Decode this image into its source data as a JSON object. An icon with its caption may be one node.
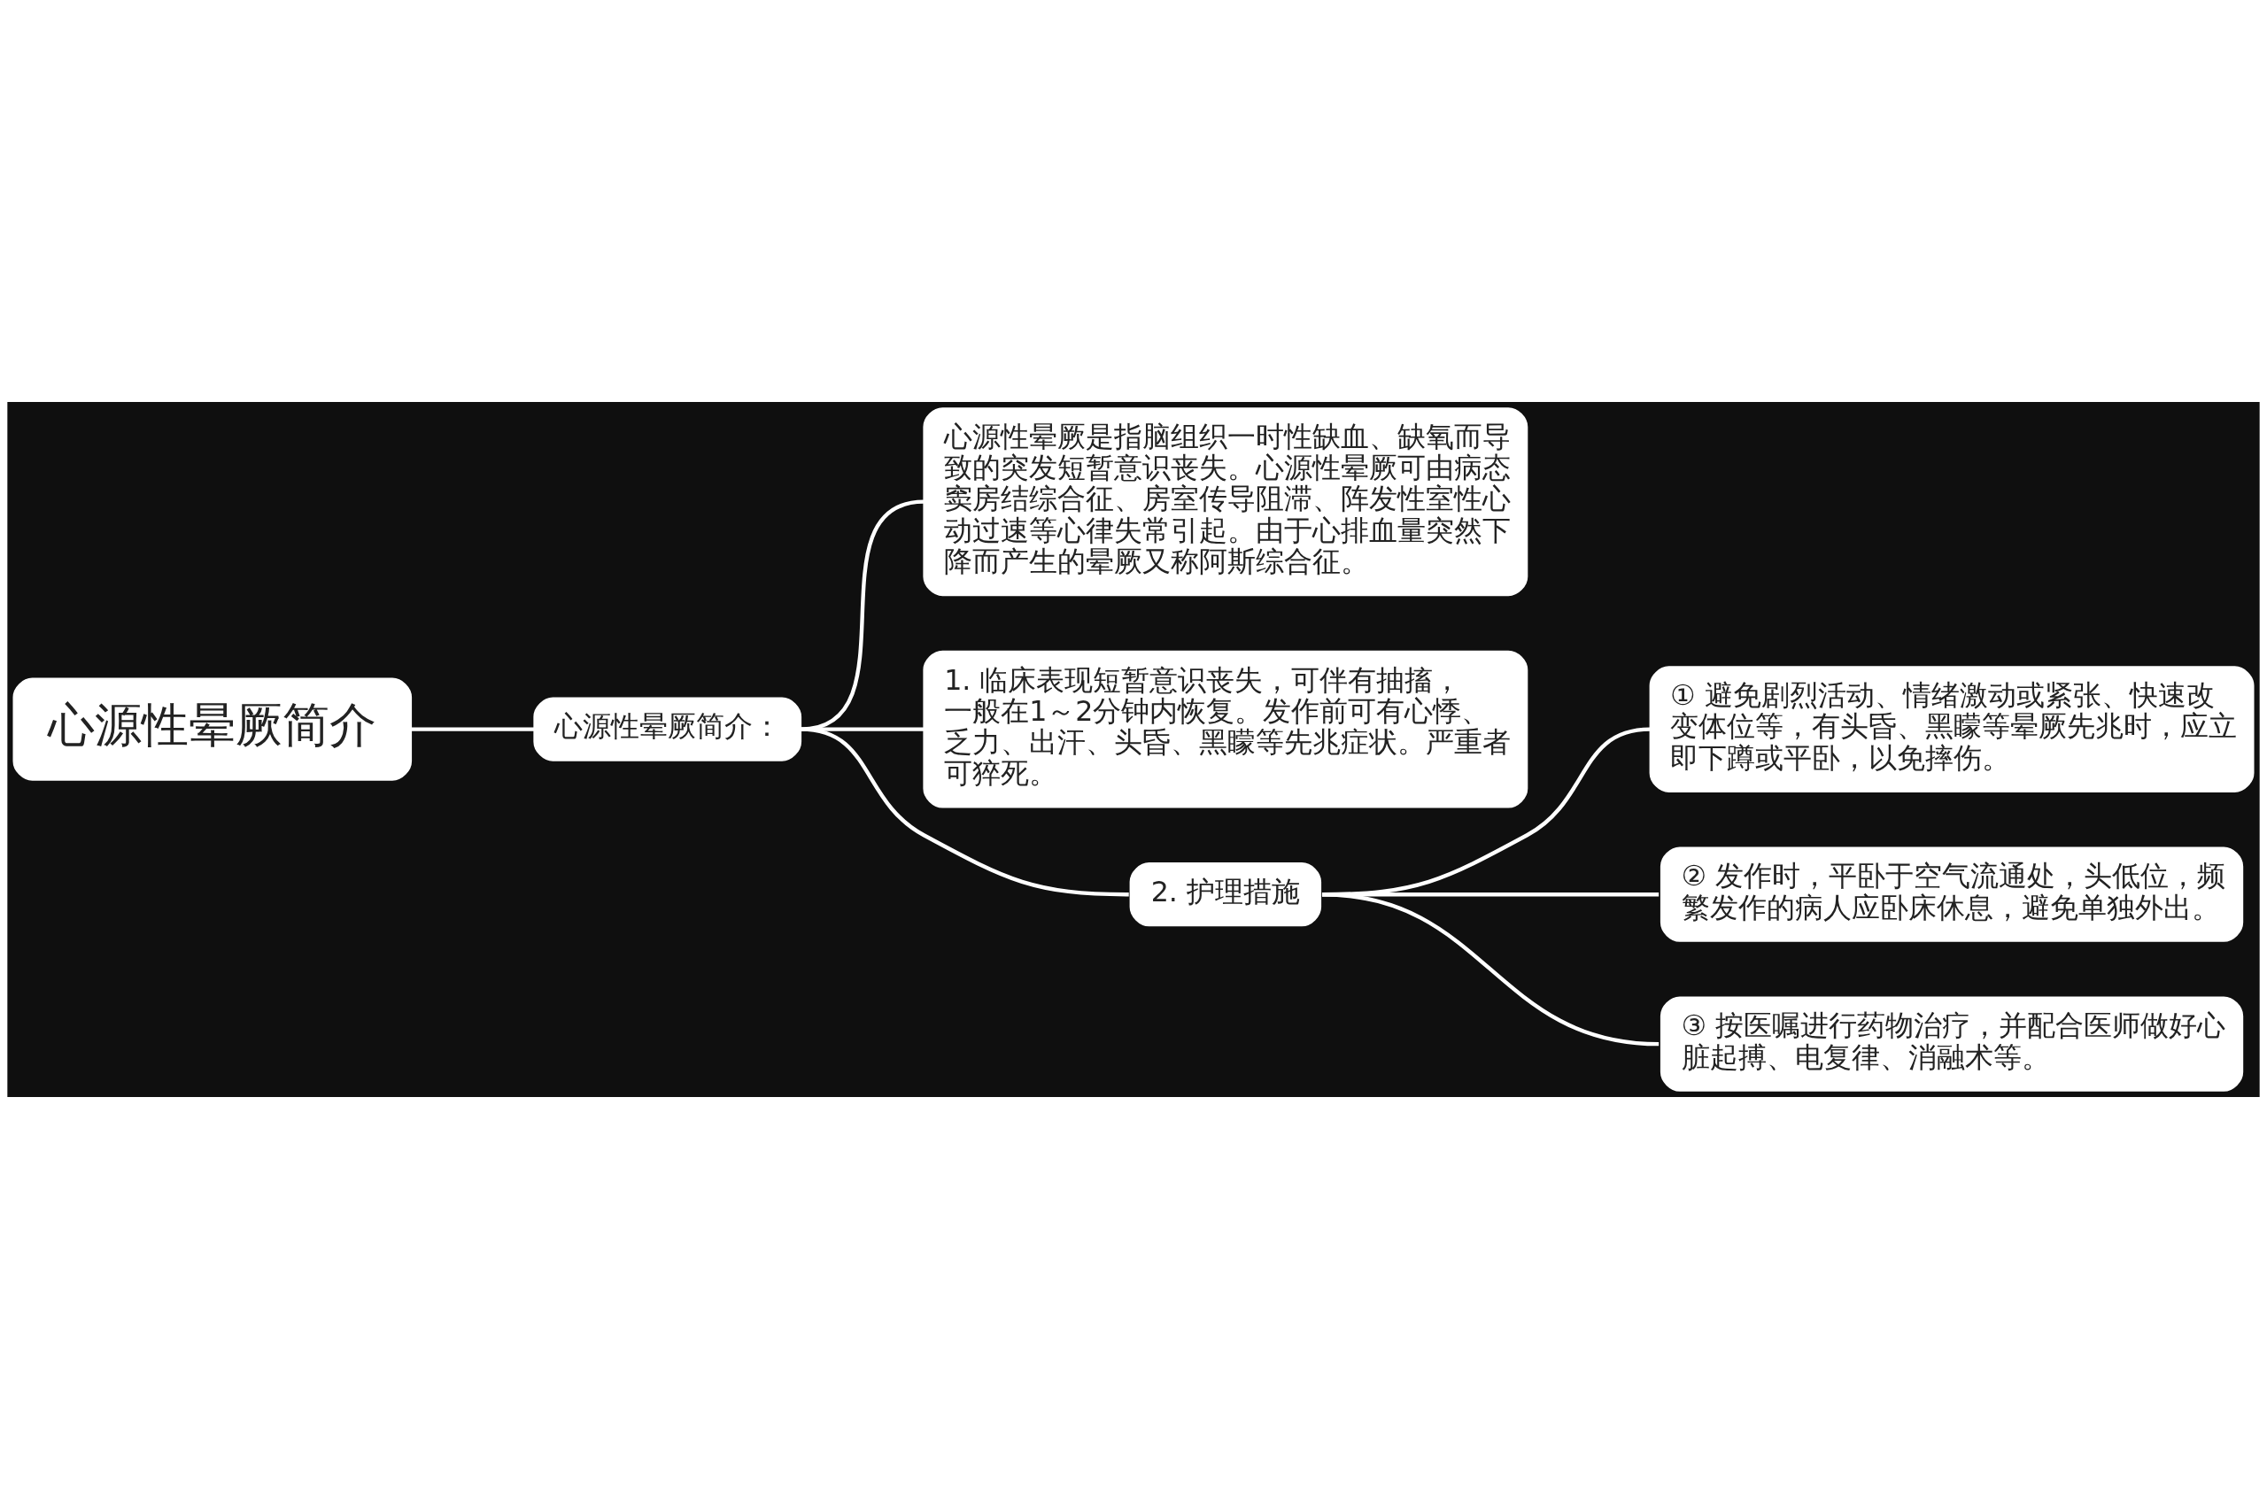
{
  "diagram": {
    "nodes": [
      {
        "text": [
          "心源性晕厥简介"
        ]
      },
      {
        "text": [
          "心源性晕厥简介："
        ]
      },
      {
        "text": [
          "心源性晕厥是指脑组织一时性缺血、缺氧而导致的突发短暂意识丧失。心源性晕厥可由病态窦房结综合征、房室传导阻滞、阵发性室性心动过速等心律失常引起。由于心排血量突然下降而产生的晕厥又称阿斯综合征。"
        ]
      },
      {
        "text": [
          "1. 临床表现短暂意识丧失，可伴有抽搐，一般在1～2分钟内恢复。发作前可有心悸、乏力、出汗、头昏、黑矇等先兆症状。严重者可猝死。"
        ]
      },
      {
        "text": [
          "2. 护理措施"
        ]
      },
      {
        "text": [
          "① 避免剧烈活动、情绪激动或紧张、快速改变体位等，有头昏、黑矇等晕厥先兆时，应立即下蹲或平卧，以免摔伤。"
        ]
      },
      {
        "text": [
          "② 发作时，平卧于空气流通处，头低位，频繁发作的病人应卧床休息，避免单独外出。"
        ]
      },
      {
        "text": [
          "③ 按医嘱进行药物治疗，并配合医师做好心脏起搏、电复律、消融术等。"
        ]
      }
    ],
    "edges": [
      {
        "from": 0,
        "to": 1,
        "arrow": "none"
      },
      {
        "from": 1,
        "to": 2,
        "arrow": "none"
      },
      {
        "from": 1,
        "to": 3,
        "arrow": "none"
      },
      {
        "from": 1,
        "to": 4,
        "arrow": "none"
      },
      {
        "from": 4,
        "to": 5,
        "arrow": "none"
      },
      {
        "from": 4,
        "to": 6,
        "arrow": "none"
      },
      {
        "from": 4,
        "to": 7,
        "arrow": "none"
      }
    ]
  }
}
